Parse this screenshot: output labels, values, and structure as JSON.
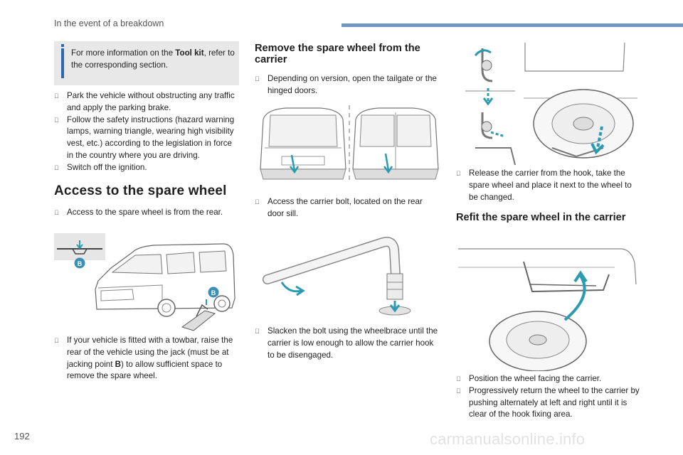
{
  "header": {
    "section": "In the event of a breakdown",
    "page_number": "192"
  },
  "watermark": "carmanualsonline.info",
  "bullet_mark": "",
  "info_box": {
    "text_before": "For more information on the ",
    "bold": "Tool kit",
    "text_after": ", refer to the corresponding section."
  },
  "col1": {
    "steps": [
      "Park the vehicle without obstructing any traffic and apply the parking brake.",
      "Follow the safety instructions (hazard warning lamps, warning triangle, wearing high visibility vest, etc.) according to the legislation in force in the country where you are driving.",
      "Switch off the ignition."
    ],
    "heading": "Access to the spare wheel",
    "access_step": "Access to the spare wheel is from the rear.",
    "callout_label": "B",
    "towbar": {
      "before": "If your vehicle is fitted with a towbar, raise the rear of the vehicle using the jack (must be at jacking point ",
      "bold": "B",
      "after": ") to allow sufficient space to remove the spare wheel."
    }
  },
  "col2": {
    "heading": "Remove the spare wheel from the carrier",
    "step1": "Depending on version, open the tailgate or the hinged doors.",
    "step2": "Access the carrier bolt, located on the rear door sill.",
    "step3": "Slacken the bolt using the wheelbrace until the carrier is low enough to allow the carrier hook to be disengaged."
  },
  "col3": {
    "release_step": "Release the carrier from the hook, take the spare wheel and place it next to the wheel to be changed.",
    "heading": "Refit the spare wheel in the carrier",
    "steps": [
      "Position the wheel facing the carrier.",
      "Progressively return the wheel to the carrier by pushing alternately at left and right until it is clear of the hook fixing area."
    ]
  },
  "colors": {
    "accent_blue": "#2a69b2",
    "arrow_teal": "#2a9bb0",
    "header_bar": "#7395c1",
    "info_bg": "#e8e8e8"
  }
}
